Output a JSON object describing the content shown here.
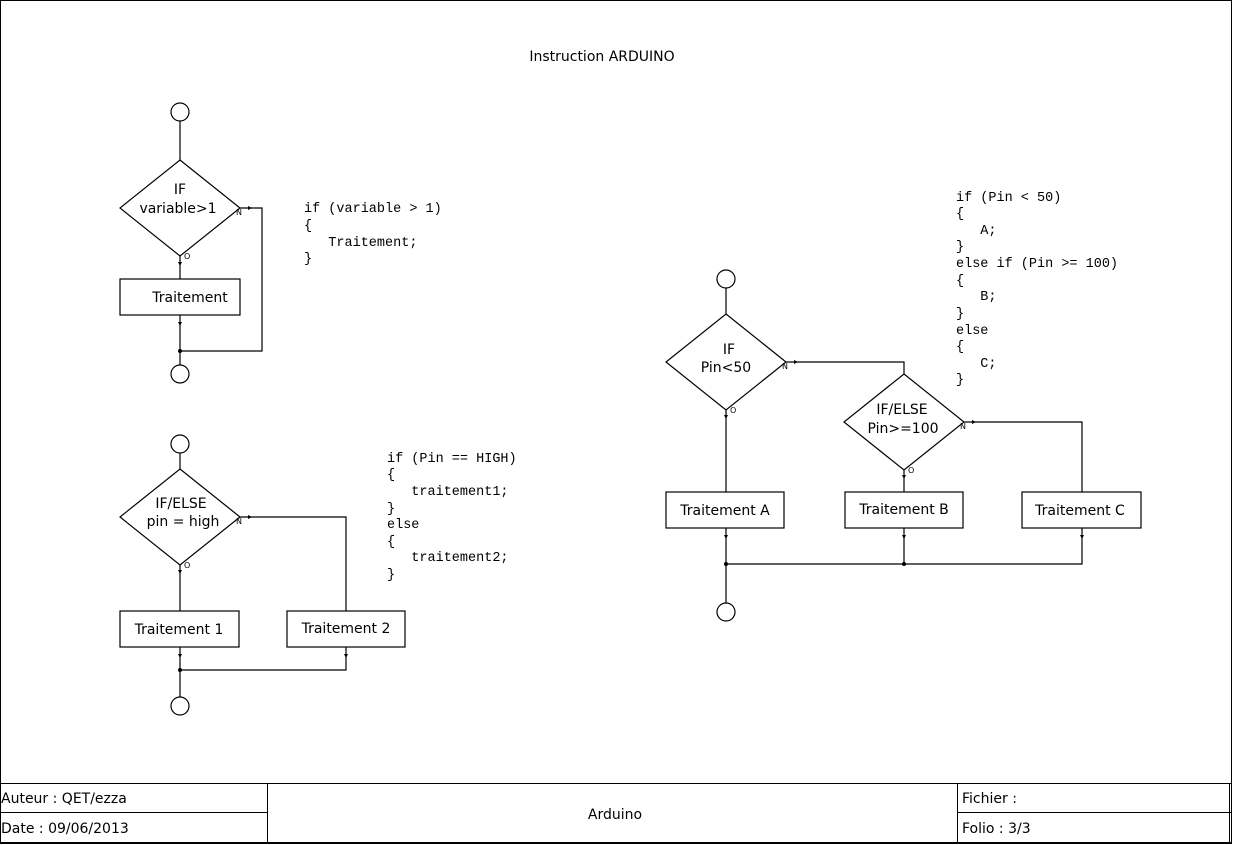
{
  "title": "Instruction ARDUINO",
  "diagram1": {
    "decision": [
      "IF",
      "variable>1"
    ],
    "yes_label": "O",
    "no_label": "N",
    "process": "Traitement",
    "code": [
      "if (variable > 1)",
      "{",
      "   Traitement;",
      "}"
    ]
  },
  "diagram2": {
    "decision": [
      "IF/ELSE",
      "pin = high"
    ],
    "yes_label": "O",
    "no_label": "N",
    "process_yes": "Traitement 1",
    "process_no": "Traitement 2",
    "code": [
      "if (Pin == HIGH)",
      "{",
      "   traitement1;",
      "}",
      "else",
      "{",
      "   traitement2;",
      "}"
    ]
  },
  "diagram3": {
    "decision1": [
      "IF",
      "Pin<50"
    ],
    "decision2": [
      "IF/ELSE",
      "Pin>=100"
    ],
    "yes_label": "O",
    "no_label": "N",
    "process_a": "Traitement A",
    "process_b": "Traitement B",
    "process_c": "Traitement C",
    "code": [
      "if (Pin < 50)",
      "{",
      "   A;",
      "}",
      "else if (Pin >= 100)",
      "{",
      "   B;",
      "}",
      "else",
      "{",
      "   C;",
      "}"
    ]
  },
  "titleblock": {
    "author": "Auteur : QET/ezza",
    "date": "Date : 09/06/2013",
    "project": "Arduino",
    "file": "Fichier :",
    "folio": "Folio : 3/3"
  }
}
